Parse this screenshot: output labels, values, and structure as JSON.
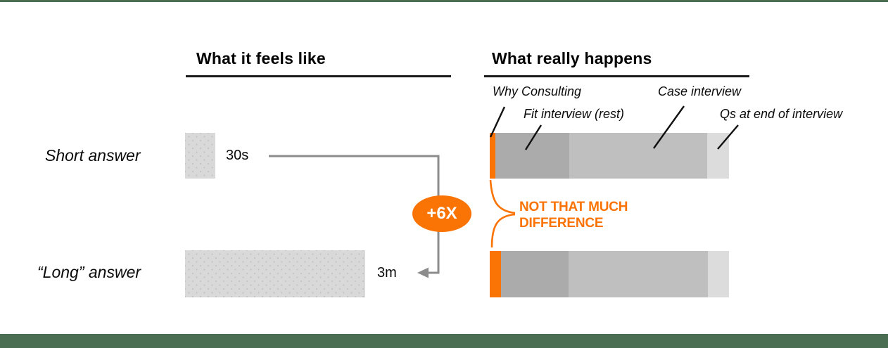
{
  "colors": {
    "accent_green": "#4a6e52",
    "accent_orange": "#fa7305",
    "bar_light_gray": "#d9d9d9",
    "connector_gray": "#8c8c8c",
    "leader_line_black": "#111111"
  },
  "chart_data": [
    {
      "type": "bar",
      "orientation": "horizontal",
      "title": "What it feels like",
      "categories": [
        "Short answer",
        "“Long” answer"
      ],
      "values_seconds": [
        30,
        180
      ],
      "value_labels": [
        "30s",
        "3m"
      ],
      "multiplier_label": "+6X",
      "bar_color": "#d9d9d9",
      "legend": "off",
      "grid": "off"
    },
    {
      "type": "bar",
      "subtype": "stacked-horizontal",
      "title": "What really happens",
      "categories": [
        "Short answer",
        "“Long” answer"
      ],
      "series": [
        {
          "name": "Why Consulting",
          "values_pct": [
            2.4,
            4.7
          ],
          "color": "#fa7305"
        },
        {
          "name": "Fit interview (rest)",
          "values_pct": [
            30.9,
            28.3
          ],
          "color": "#ababab"
        },
        {
          "name": "Case interview",
          "values_pct": [
            57.6,
            58.2
          ],
          "color": "#bfbfbf"
        },
        {
          "name": "Qs at end of interview",
          "values_pct": [
            9.1,
            8.8
          ],
          "color": "#dcdcdc"
        }
      ],
      "annotation": {
        "line1": "NOT THAT MUCH",
        "line2": "DIFFERENCE"
      },
      "legend": "off",
      "grid": "off"
    }
  ]
}
